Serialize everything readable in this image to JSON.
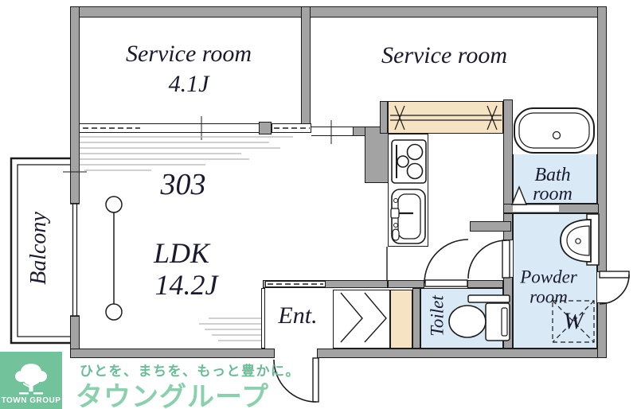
{
  "colors": {
    "wall": "#a3a3a3",
    "line": "#1c1c1c",
    "wet": "#d9eaf6",
    "closet_tan": "#f5e3c3",
    "text": "#1a1a2e"
  },
  "labels": {
    "service_room_1_name": "Service room",
    "service_room_1_size": "4.1J",
    "service_room_2_name": "Service room",
    "unit_number": "303",
    "ldk_name": "LDK",
    "ldk_size": "14.2J",
    "balcony": "Balcony",
    "entrance": "Ent.",
    "toilet": "Toilet",
    "bath_line1": "Bath",
    "bath_line2": "room",
    "powder_line1": "Powder",
    "powder_line2": "room",
    "washer": "W"
  },
  "footer": {
    "logo_text": "TOWN GROUP",
    "tagline": "ひとを、まちを、もっと豊かに。",
    "brand": "タウングループ",
    "logo_bg": "#72c39b",
    "tagline_color": "#69bd96",
    "brand_color": "#8ad0ac"
  }
}
